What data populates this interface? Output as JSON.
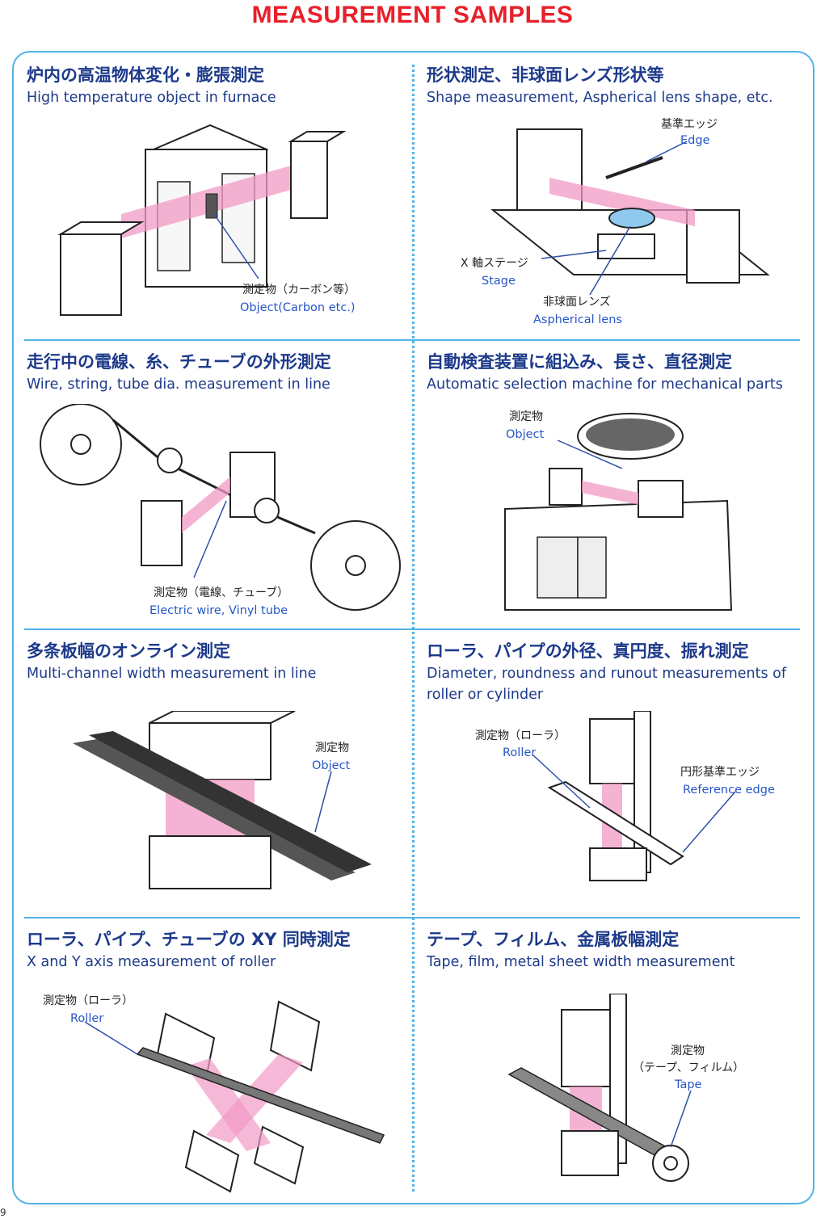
{
  "title": "MEASUREMENT SAMPLES",
  "page_number": "9",
  "colors": {
    "title": "#e8202a",
    "heading": "#1d3a8a",
    "label_en": "#2756c5",
    "frame": "#4fb3e8",
    "beam": "#f29ac6"
  },
  "samples": [
    {
      "jp": "炉内の高温物体変化・膨張測定",
      "en": "High temperature object in furnace",
      "labels": [
        {
          "jp": "測定物（カーボン等）",
          "en": "Object(Carbon etc.)"
        }
      ]
    },
    {
      "jp": "形状測定、非球面レンズ形状等",
      "en": "Shape measurement, Aspherical lens shape, etc.",
      "labels": [
        {
          "jp": "基準エッジ",
          "en": "Edge"
        },
        {
          "jp": "X 軸ステージ",
          "en": "Stage"
        },
        {
          "jp": "非球面レンズ",
          "en": "Aspherical lens"
        }
      ]
    },
    {
      "jp": "走行中の電線、糸、チューブの外形測定",
      "en": "Wire, string, tube dia. measurement in line",
      "labels": [
        {
          "jp": "測定物（電線、チューブ）",
          "en": "Electric wire, Vinyl tube"
        }
      ]
    },
    {
      "jp": "自動検査装置に組込み、長さ、直径測定",
      "en": "Automatic selection machine for mechanical parts",
      "labels": [
        {
          "jp": "測定物",
          "en": "Object"
        }
      ]
    },
    {
      "jp": "多条板幅のオンライン測定",
      "en": "Multi-channel width measurement in line",
      "labels": [
        {
          "jp": "測定物",
          "en": "Object"
        }
      ]
    },
    {
      "jp": "ローラ、パイプの外径、真円度、振れ測定",
      "en": "Diameter, roundness and runout measurements of roller or cylinder",
      "labels": [
        {
          "jp": "測定物（ローラ）",
          "en": "Roller"
        },
        {
          "jp": "円形基準エッジ",
          "en": "Reference edge"
        }
      ]
    },
    {
      "jp": "ローラ、パイプ、チューブの XY 同時測定",
      "en": "X and Y axis measurement of roller",
      "labels": [
        {
          "jp": "測定物（ローラ）",
          "en": "Roller"
        }
      ]
    },
    {
      "jp": "テープ、フィルム、金属板幅測定",
      "en": "Tape, film, metal sheet width measurement",
      "labels": [
        {
          "jp": "測定物",
          "en": "（テープ、フィルム）"
        },
        {
          "jp": "",
          "en": "Tape"
        }
      ]
    }
  ]
}
